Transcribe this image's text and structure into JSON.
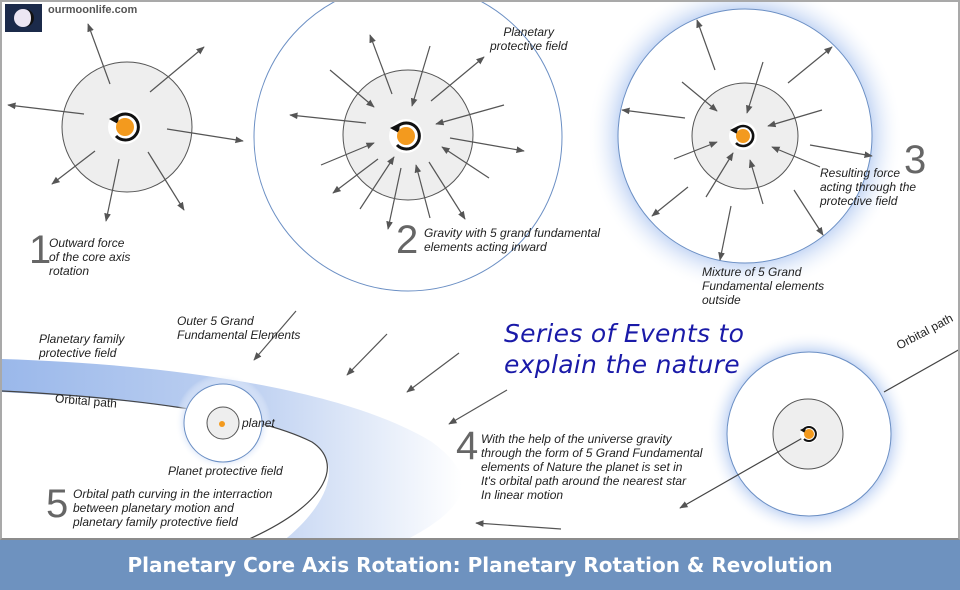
{
  "site": {
    "name": "ourmoonlife.com",
    "logo_icon": "moon-logo-icon"
  },
  "colors": {
    "accent_blue_text": "#1a1aa8",
    "footer_bg": "#6e92bf",
    "core_orange": "#f39a1e",
    "field_blue": "#8fb0e8",
    "core_grey": "#eeeeee",
    "arrow_grey": "#555555"
  },
  "panels": {
    "p1": {
      "number": "1",
      "caption": "Outward force\nof the core axis\nrotation"
    },
    "p2": {
      "number": "2",
      "caption": "Gravity with 5 grand fundamental\nelements acting inward",
      "field_label": "Planetary\nprotective field"
    },
    "p3": {
      "number": "3",
      "caption": "Resulting force\nacting through the\nprotective field",
      "outside_label": "Mixture of 5 Grand\nFundamental elements\noutside"
    },
    "p4": {
      "number": "4",
      "caption": "With the help of the universe gravity\nthrough the form of 5 Grand Fundamental\nelements of Nature the planet is set in\nIt's orbital path around the nearest star\nIn linear motion",
      "orbital_label": "Orbital path"
    },
    "p5": {
      "number": "5",
      "caption": "Orbital path curving in the interraction\nbetween planetary motion and\nplanetary family protective field",
      "family_field_label": "Planetary family\nprotective field",
      "outer_elements_label": "Outer 5 Grand\nFundamental Elements",
      "orbital_label": "Orbital path",
      "planet_label": "planet",
      "planet_field_label": "Planet protective field"
    }
  },
  "series_title": "Series of Events to\nexplain the nature",
  "footer_title": "Planetary Core Axis Rotation: Planetary Rotation & Revolution"
}
